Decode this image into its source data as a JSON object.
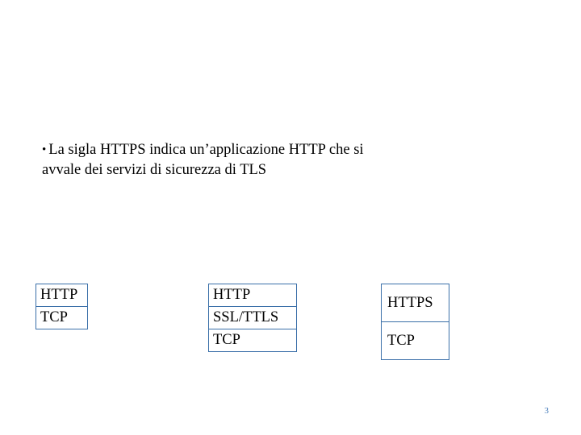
{
  "slide": {
    "bullet": {
      "marker": "•",
      "line1": "La sigla HTTPS indica un’applicazione HTTP che si",
      "line2": "avvale dei servizi di sicurezza di TLS"
    },
    "diagrams": [
      {
        "id": "http-tcp",
        "cells": [
          "HTTP",
          "TCP"
        ]
      },
      {
        "id": "http-ssl-tcp",
        "cells": [
          "HTTP",
          "SSL/TTLS",
          "TCP"
        ]
      },
      {
        "id": "https-tcp",
        "cells": [
          "HTTPS",
          "TCP"
        ]
      }
    ],
    "page_number": "3",
    "colors": {
      "box_border": "#3a6fa8",
      "page_number": "#4a7ebb",
      "text": "#000000",
      "background": "#ffffff"
    }
  }
}
